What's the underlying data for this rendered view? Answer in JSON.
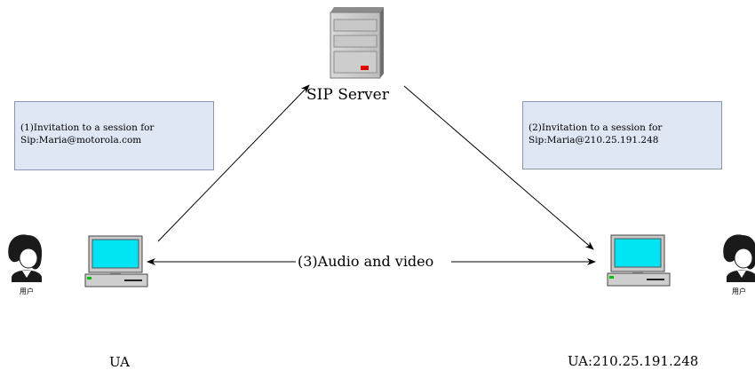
{
  "server": {
    "label": "SIP Server"
  },
  "note_left": {
    "line1": "(1)Invitation to a session for",
    "line2": "Sip:Maria@motorola.com"
  },
  "note_right": {
    "line1": "(2)Invitation to a session for",
    "line2": "Sip:Maria@210.25.191.248"
  },
  "media": {
    "label": "(3)Audio and video"
  },
  "left_endpoint": {
    "ua_label": "UA",
    "user_caption": "用户"
  },
  "right_endpoint": {
    "ua_label": "UA:210.25.191.248",
    "user_caption": "用户"
  },
  "colors": {
    "screen": "#00e4f4",
    "note_fill": "#dfe6f4",
    "server_led": "#e00000"
  }
}
